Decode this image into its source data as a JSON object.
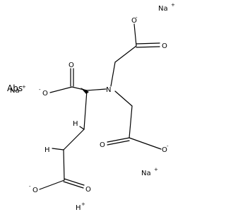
{
  "molecule": {
    "atoms": {
      "N": "N",
      "O": "O",
      "H": "H",
      "minus": "-",
      "plus": "+"
    },
    "ions": {
      "na": "Na",
      "h": "H"
    },
    "stereo_label": "Abs"
  }
}
